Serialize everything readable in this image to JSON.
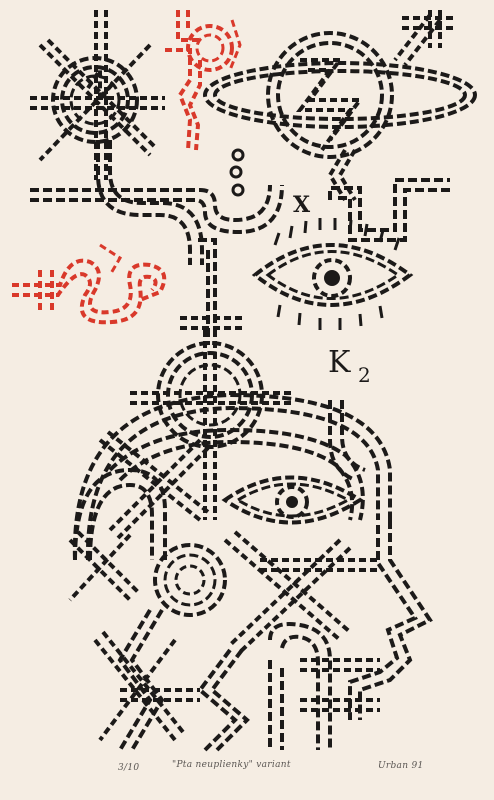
{
  "artwork": {
    "letter_x": "X",
    "letter_k": "K",
    "letter_k_subscript": "2",
    "edition": "3/10",
    "title": "\"Pta neuplienky\" variant",
    "signature": "Urban 91"
  },
  "colors": {
    "paper": "#f5ede3",
    "ink": "#1c1a19",
    "red": "#d9392b"
  }
}
